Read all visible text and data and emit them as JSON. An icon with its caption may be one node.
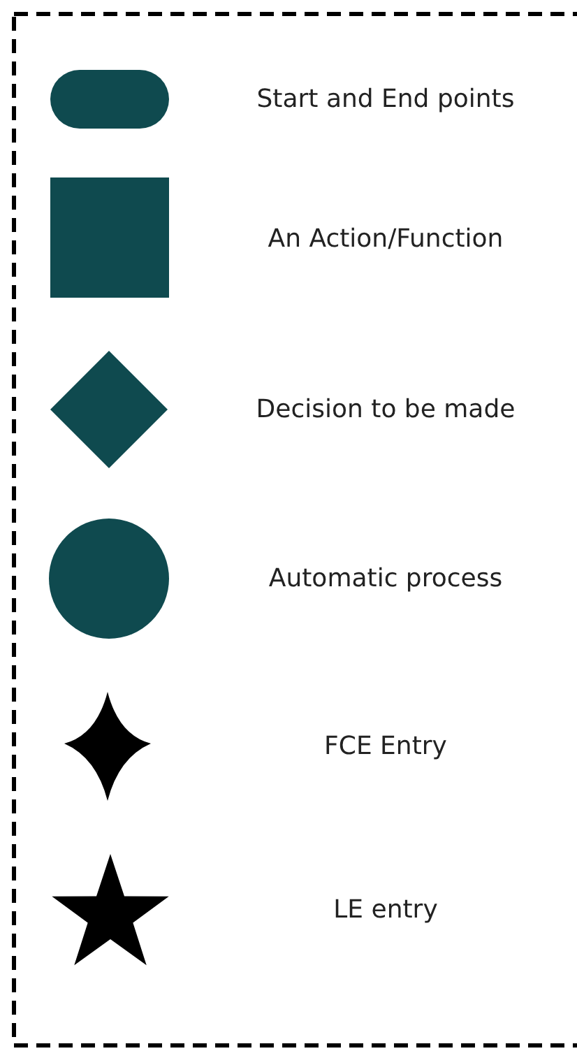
{
  "diagram": {
    "legend": [
      {
        "text": "Start and End points"
      },
      {
        "text": "An Action/Function"
      },
      {
        "text": "Decision to be made"
      },
      {
        "text": "Automatic process"
      },
      {
        "text": "FCE Entry"
      },
      {
        "text": "LE entry"
      }
    ]
  }
}
